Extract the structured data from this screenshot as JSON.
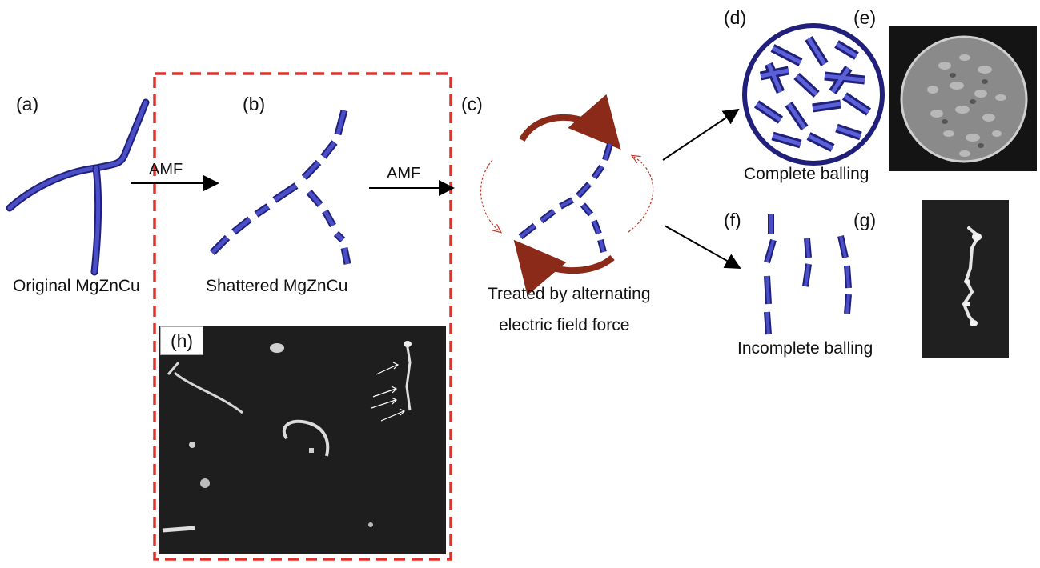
{
  "panels": {
    "a": "(a)",
    "b": "(b)",
    "c": "(c)",
    "d": "(d)",
    "e": "(e)",
    "f": "(f)",
    "g": "(g)",
    "h": "(h)"
  },
  "labels": {
    "original": "Original MgZnCu",
    "shattered": "Shattered MgZnCu",
    "treated_line1": "Treated by alternating",
    "treated_line2": "electric field force",
    "complete": "Complete balling",
    "incomplete": "Incomplete balling",
    "amf1": "AMF",
    "amf2": "AMF"
  },
  "colors": {
    "wire": "#3b3fb0",
    "wire_dark": "#20207a",
    "dashed_box": "#e0312a",
    "rotation_arrow": "#8c2a1a",
    "arrow": "#000000"
  }
}
